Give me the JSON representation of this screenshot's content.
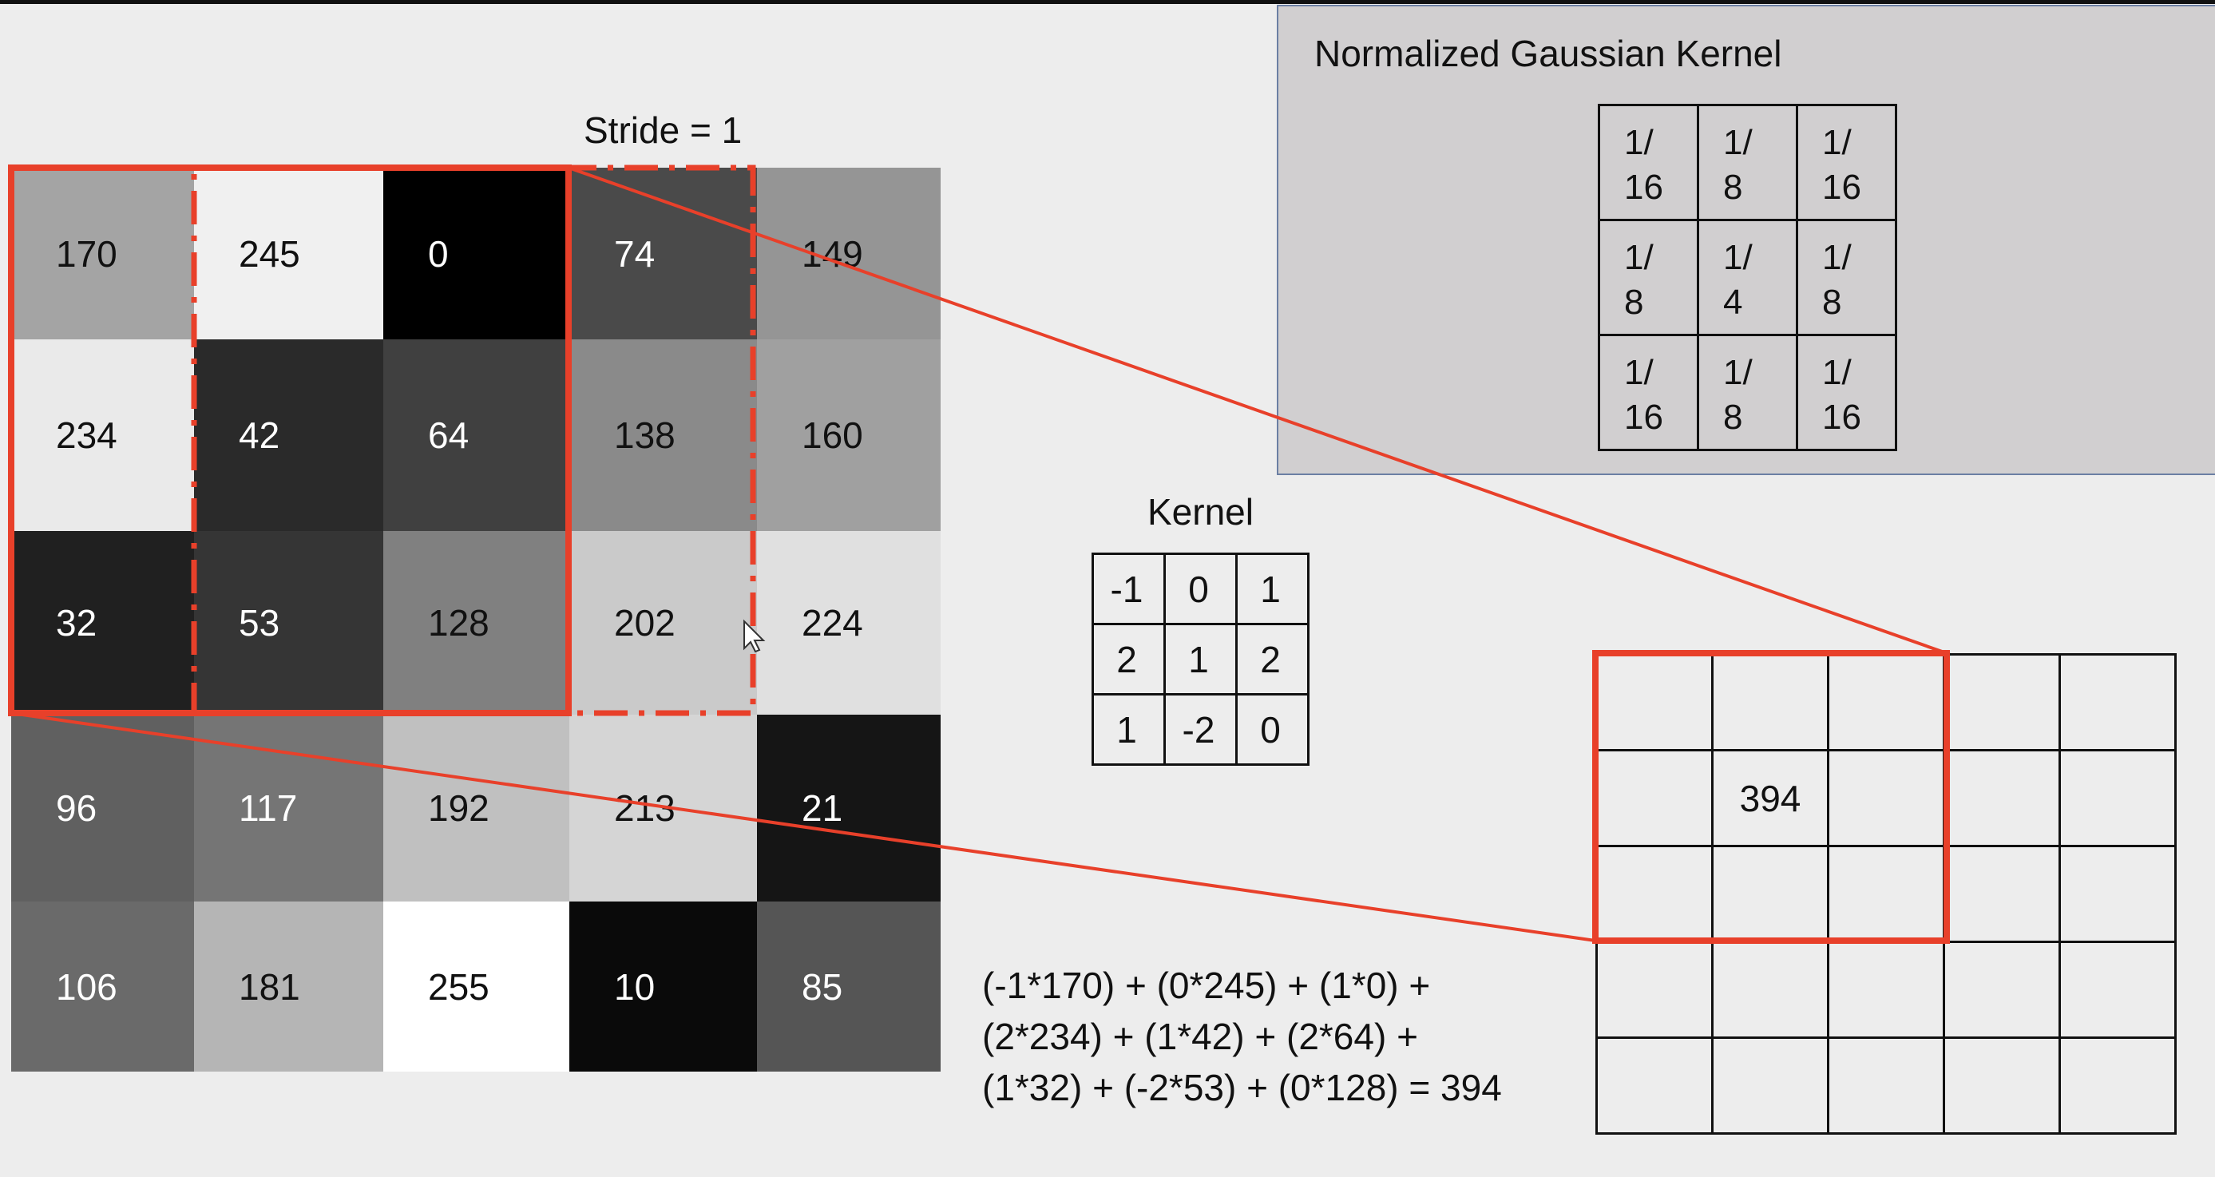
{
  "stride_label": "Stride = 1",
  "image_grid": {
    "rows": [
      [
        {
          "v": "170",
          "g": "#a4a4a4"
        },
        {
          "v": "245",
          "g": "#f0f0f0"
        },
        {
          "v": "0",
          "g": "#000000"
        },
        {
          "v": "74",
          "g": "#4a4a4a"
        },
        {
          "v": "149",
          "g": "#959595"
        }
      ],
      [
        {
          "v": "234",
          "g": "#eaeaea"
        },
        {
          "v": "42",
          "g": "#2a2a2a"
        },
        {
          "v": "64",
          "g": "#404040"
        },
        {
          "v": "138",
          "g": "#8a8a8a"
        },
        {
          "v": "160",
          "g": "#a0a0a0"
        }
      ],
      [
        {
          "v": "32",
          "g": "#202020"
        },
        {
          "v": "53",
          "g": "#353535"
        },
        {
          "v": "128",
          "g": "#808080"
        },
        {
          "v": "202",
          "g": "#cacaca"
        },
        {
          "v": "224",
          "g": "#e0e0e0"
        }
      ],
      [
        {
          "v": "96",
          "g": "#606060"
        },
        {
          "v": "117",
          "g": "#757575"
        },
        {
          "v": "192",
          "g": "#c0c0c0"
        },
        {
          "v": "213",
          "g": "#d5d5d5"
        },
        {
          "v": "21",
          "g": "#151515"
        }
      ],
      [
        {
          "v": "106",
          "g": "#6a6a6a"
        },
        {
          "v": "181",
          "g": "#b5b5b5"
        },
        {
          "v": "255",
          "g": "#ffffff"
        },
        {
          "v": "10",
          "g": "#0a0a0a"
        },
        {
          "v": "85",
          "g": "#555555"
        }
      ]
    ]
  },
  "gaussian": {
    "title": "Normalized Gaussian Kernel",
    "rows": [
      [
        "1/\n16",
        "1/\n8",
        "1/\n16"
      ],
      [
        "1/\n8",
        "1/\n4",
        "1/\n8"
      ],
      [
        "1/\n16",
        "1/\n8",
        "1/\n16"
      ]
    ]
  },
  "kernel": {
    "title": "Kernel",
    "rows": [
      [
        "-1",
        "0",
        "1"
      ],
      [
        "2",
        "1",
        "2"
      ],
      [
        "1",
        "-2",
        "0"
      ]
    ]
  },
  "output": {
    "value": "394"
  },
  "formula": {
    "line1": "(-1*170) + (0*245) + (1*0) +",
    "line2": "(2*234) + (1*42) + (2*64) +",
    "line3": "(1*32) + (-2*53) + (0*128) = 394"
  },
  "colors": {
    "highlight": "#e8402a",
    "panel_bg": "#d1cfd0",
    "panel_border": "#6b7fa3"
  }
}
